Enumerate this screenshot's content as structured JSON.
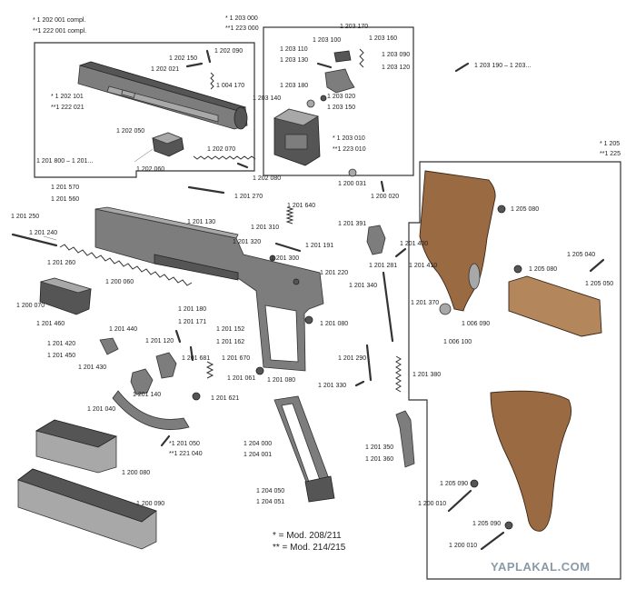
{
  "header": {
    "compl_1": "* 1 202 001 compl.",
    "compl_2": "**1 222 001 compl.",
    "slide_box_1": "* 1 203 000",
    "slide_box_2": "**1 223 000",
    "grips_1": "* 1 205",
    "grips_2": "**1 225"
  },
  "labels": {
    "l1202150": "1 202 150",
    "l1202090": "1 202 090",
    "l1202021": "1 202 021",
    "l1004170": "1 004 170",
    "l1202101": "* 1 202 101",
    "l1222021": "**1 222 021",
    "l1202050": "1 202 050",
    "l1202070": "1 202 070",
    "l1202060": "1 202 060",
    "l1202080": "1 202 080",
    "l1203170": "1 203 170",
    "l1203100": "1 203 100",
    "l1203160": "1 203 160",
    "l1203110": "1 203 110",
    "l1203090": "1 203 090",
    "l1203130": "1 203 130",
    "l1203120": "1 203 120",
    "l1203180": "1 203 180",
    "l1203140": "1 203 140",
    "l1203020": "1 203 020",
    "l1203150": "1 203 150",
    "l1203010": "* 1 203 010",
    "l1223010": "**1 223 010",
    "l1203190": "1 203 190 – 1 203...",
    "l1201800": "1 201 800 – 1 201...",
    "l1201570": "1 201 570",
    "l1201560": "1 201 560",
    "l1201270": "1 201 270",
    "l1200031": "1 200 031",
    "l1200020": "1 200 020",
    "l1201640": "1 201 640",
    "l1201250": "1 201 250",
    "l1201240": "1 201 240",
    "l1201130": "1 201 130",
    "l1201310": "1 201 310",
    "l1201320": "1 201 320",
    "l1201391": "1 201 391",
    "l1201191": "1 201 191",
    "l1201300": "1 201 300",
    "l1201400": "1 201 400",
    "l1201260": "1 201 260",
    "l1201220": "1 201 220",
    "l1201281": "1 201 281",
    "l1201410": "1 201 410",
    "l1200060": "1 200 060",
    "l1201340": "1 201 340",
    "l1200070": "1 200 070",
    "l1201180": "1 201 180",
    "l1201370": "1 201 370",
    "l1201460": "1 201 460",
    "l1201440": "1 201 440",
    "l1201171": "1 201 171",
    "l1201152": "1 201 152",
    "l1201080a": "1 201 080",
    "l1201420": "1 201 420",
    "l1201120": "1 201 120",
    "l1201162": "1 201 162",
    "l1201450": "1 201 450",
    "l1201681": "1 201 681",
    "l1201670": "1 201 670",
    "l1201290": "1 201 290",
    "l1201430": "1 201 430",
    "l1201061": "1 201 061",
    "l1201080b": "1 201 080",
    "l1201380": "1 201 380",
    "l1201140": "1 201 140",
    "l1201330": "1 201 330",
    "l1201621": "1 201 621",
    "l1201040": "1 201 040",
    "l1201050": "*1 201 050",
    "l1221040": "**1 221 040",
    "l1204000": "1 204 000",
    "l1204001": "1 204 001",
    "l1201350": "1 201 350",
    "l1201360": "1 201 360",
    "l1200080": "1 200 080",
    "l1200090": "1 200 090",
    "l1204050": "1 204 050",
    "l1204051": "1 204 051",
    "l1205080a": "1 205 080",
    "l1205040": "1 205 040",
    "l1205080b": "1 205 080",
    "l1205050": "1 205 050",
    "l1006090": "1 006 090",
    "l1006100": "1 006 100",
    "l1205090a": "1 205 090",
    "l1200010a": "1 200 010",
    "l1205090b": "1 205 090",
    "l1200010b": "1 200 010"
  },
  "legend": {
    "line1": "* = Mod. 208/211",
    "line2": "** = Mod. 214/215"
  },
  "watermark": "YAPLAKAL.COM"
}
